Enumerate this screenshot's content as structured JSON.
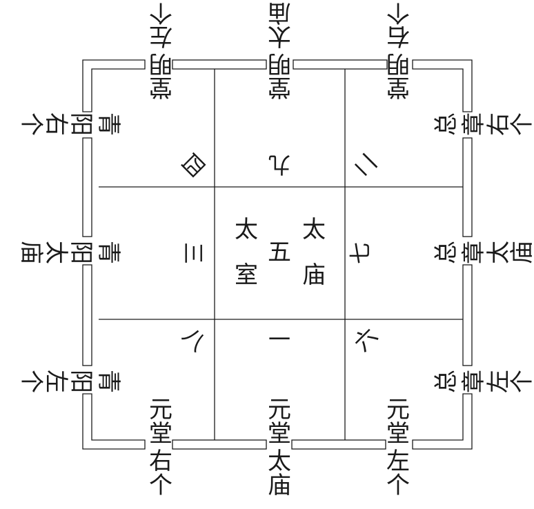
{
  "center": {
    "number": "五",
    "left": [
      "太",
      "室"
    ],
    "right": [
      "太",
      "庙"
    ]
  },
  "numbers": {
    "nw": "四",
    "n": "九",
    "ne": "二",
    "w": "三",
    "e": "七",
    "sw": "八",
    "s": "一",
    "se": "六"
  },
  "halls": {
    "top_left": "明堂左个",
    "top_center": "明堂太庙",
    "top_right": "明堂右个",
    "bottom_left": "元堂右个",
    "bottom_center": "元堂太庙",
    "bottom_right": "元堂左个",
    "left_top": "青阳右个",
    "left_center": "青阳太庙",
    "left_bottom": "青阳左个",
    "right_top": "总章右个",
    "right_center": "总章太庙",
    "right_bottom": "总章左个"
  }
}
